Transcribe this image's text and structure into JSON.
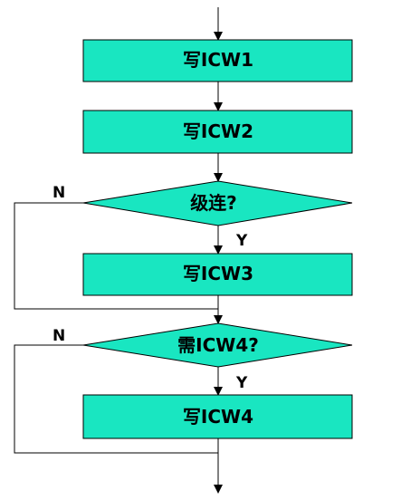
{
  "steps": {
    "write_icw1": "写ICW1",
    "write_icw2": "写ICW2",
    "cascade_question": "级连?",
    "write_icw3": "写ICW3",
    "need_icw4_question": "需ICW4?",
    "write_icw4": "写ICW4"
  },
  "branches": {
    "cascade_yes": "Y",
    "cascade_no": "N",
    "icw4_yes": "Y",
    "icw4_no": "N"
  },
  "colors": {
    "node_fill": "#19e6c1",
    "line": "#000000"
  }
}
